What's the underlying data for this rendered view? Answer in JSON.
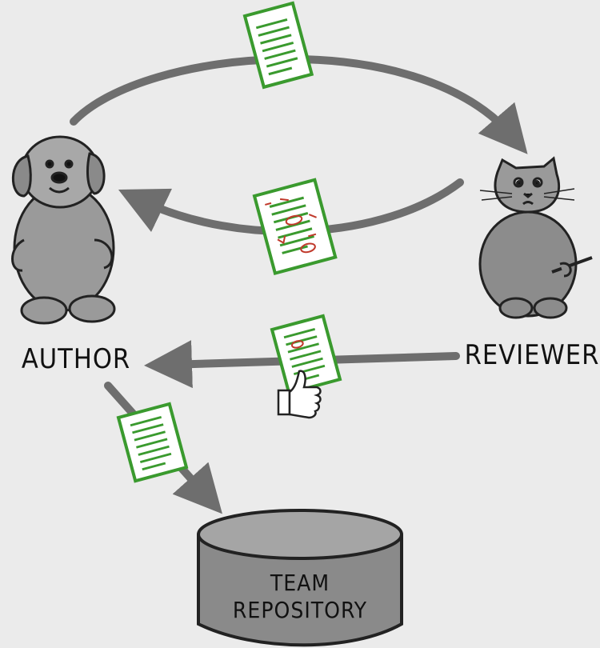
{
  "labels": {
    "author": "AUTHOR",
    "reviewer": "REVIEWER",
    "repo_line1": "TEAM",
    "repo_line2": "REPOSITORY"
  },
  "colors": {
    "background": "#ebebeb",
    "arrow": "#6e6e6e",
    "doc_border": "#3a9a2e",
    "doc_lines": "#3a9a2e",
    "markup": "#c0392b",
    "character": "#9a9a9a"
  }
}
